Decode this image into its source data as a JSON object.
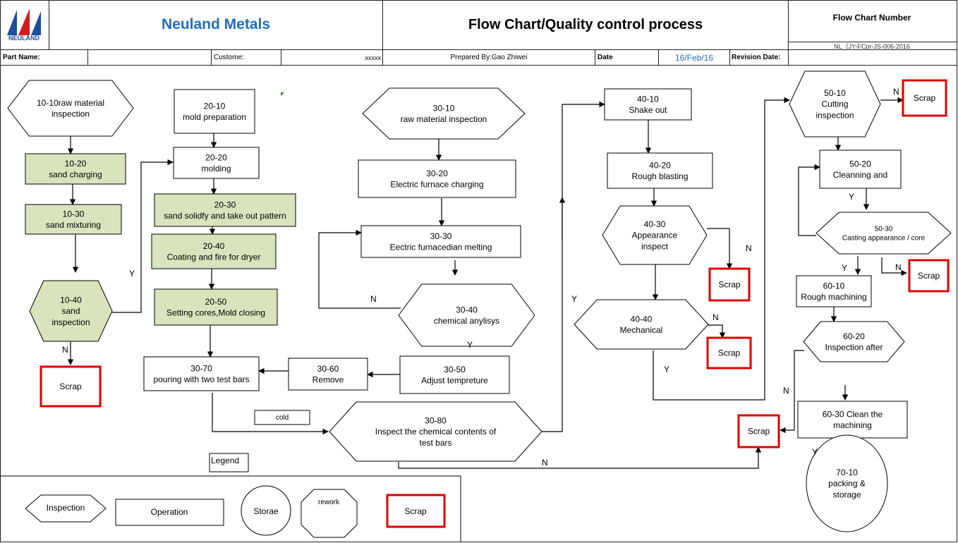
{
  "header": {
    "logo_text": "NEULAND",
    "company": "Neuland Metals",
    "title": "Flow Chart/Quality control process",
    "flow_chart_number_label": "Flow Chart Number",
    "flow_chart_number_value": "NL（JY-FCpr-JS-006-2016",
    "part_name_label": "Part Name:",
    "customer_label": "Custome:",
    "customer_value": "xxxxx",
    "prepared_by": "Prepared By:Gao Zhiwei",
    "date_label": "Date",
    "date_value": "16/Feb/16",
    "revision_label": "Revision Date:"
  },
  "colors": {
    "operation_fill": "#d8e4bc",
    "scrap_border": "#e00000",
    "company_blue": "#1f6fc0",
    "logo_blue": "#1f4e9c",
    "logo_red": "#d01c1c"
  },
  "nodes": {
    "n1010": [
      "10-10raw material",
      "inspection"
    ],
    "n1020": [
      "10-20",
      "sand charging"
    ],
    "n1030": [
      "10-30",
      "sand mixturing"
    ],
    "n1040": [
      "10-40",
      "sand",
      "inspection"
    ],
    "n2010": [
      "20-10",
      "mold preparation"
    ],
    "n2020": [
      "20-20",
      "molding"
    ],
    "n2030": [
      "20-30",
      "sand solidfy and take out pattern"
    ],
    "n2040": [
      "20-40",
      "Coating and fire for dryer"
    ],
    "n2050": [
      "20-50",
      "Setting cores,Mold closing"
    ],
    "n3070": [
      "30-70",
      "pouring with two test bars"
    ],
    "n3060": [
      "30-60",
      "Remove"
    ],
    "n3050": [
      "30-50",
      "Adjust tempreture"
    ],
    "n3010": [
      "30-10",
      "raw material inspection"
    ],
    "n3020": [
      "30-20",
      "Electric furnace charging"
    ],
    "n3030": [
      "30-30",
      "Eectric furnacedian melting"
    ],
    "n3040": [
      "30-40",
      "chemical anylisys"
    ],
    "n3080": [
      "30-80",
      "Inspect the chemical contents of",
      "test bars"
    ],
    "n4010": [
      "40-10",
      "Shake out"
    ],
    "n4020": [
      "40-20",
      "Rough blasting"
    ],
    "n4030": [
      "40-30",
      "Appearance",
      "inspect"
    ],
    "n4040": [
      "40-40",
      "Mechanical"
    ],
    "n5010": [
      "50-10",
      "Cutting",
      "inspection"
    ],
    "n5020": [
      "50-20",
      "Cleanning and"
    ],
    "n5030": [
      "50-30",
      "Casting appearance / core"
    ],
    "n6010": [
      "60-10",
      "Rough machining"
    ],
    "n6020": [
      "60-20",
      "Inspection after"
    ],
    "n6030": [
      "60-30 Clean the",
      "machining"
    ],
    "n7010": [
      "70-10",
      "packing &",
      "storage"
    ]
  },
  "scrap_label": "Scrap",
  "labels": {
    "yes": "Y",
    "no": "N",
    "cold": "cold",
    "legend": "Legend"
  },
  "legend": {
    "inspection": "Inspection",
    "operation": "Operation",
    "storage": "Storae",
    "rework": "rework",
    "scrap": "Scrap"
  }
}
